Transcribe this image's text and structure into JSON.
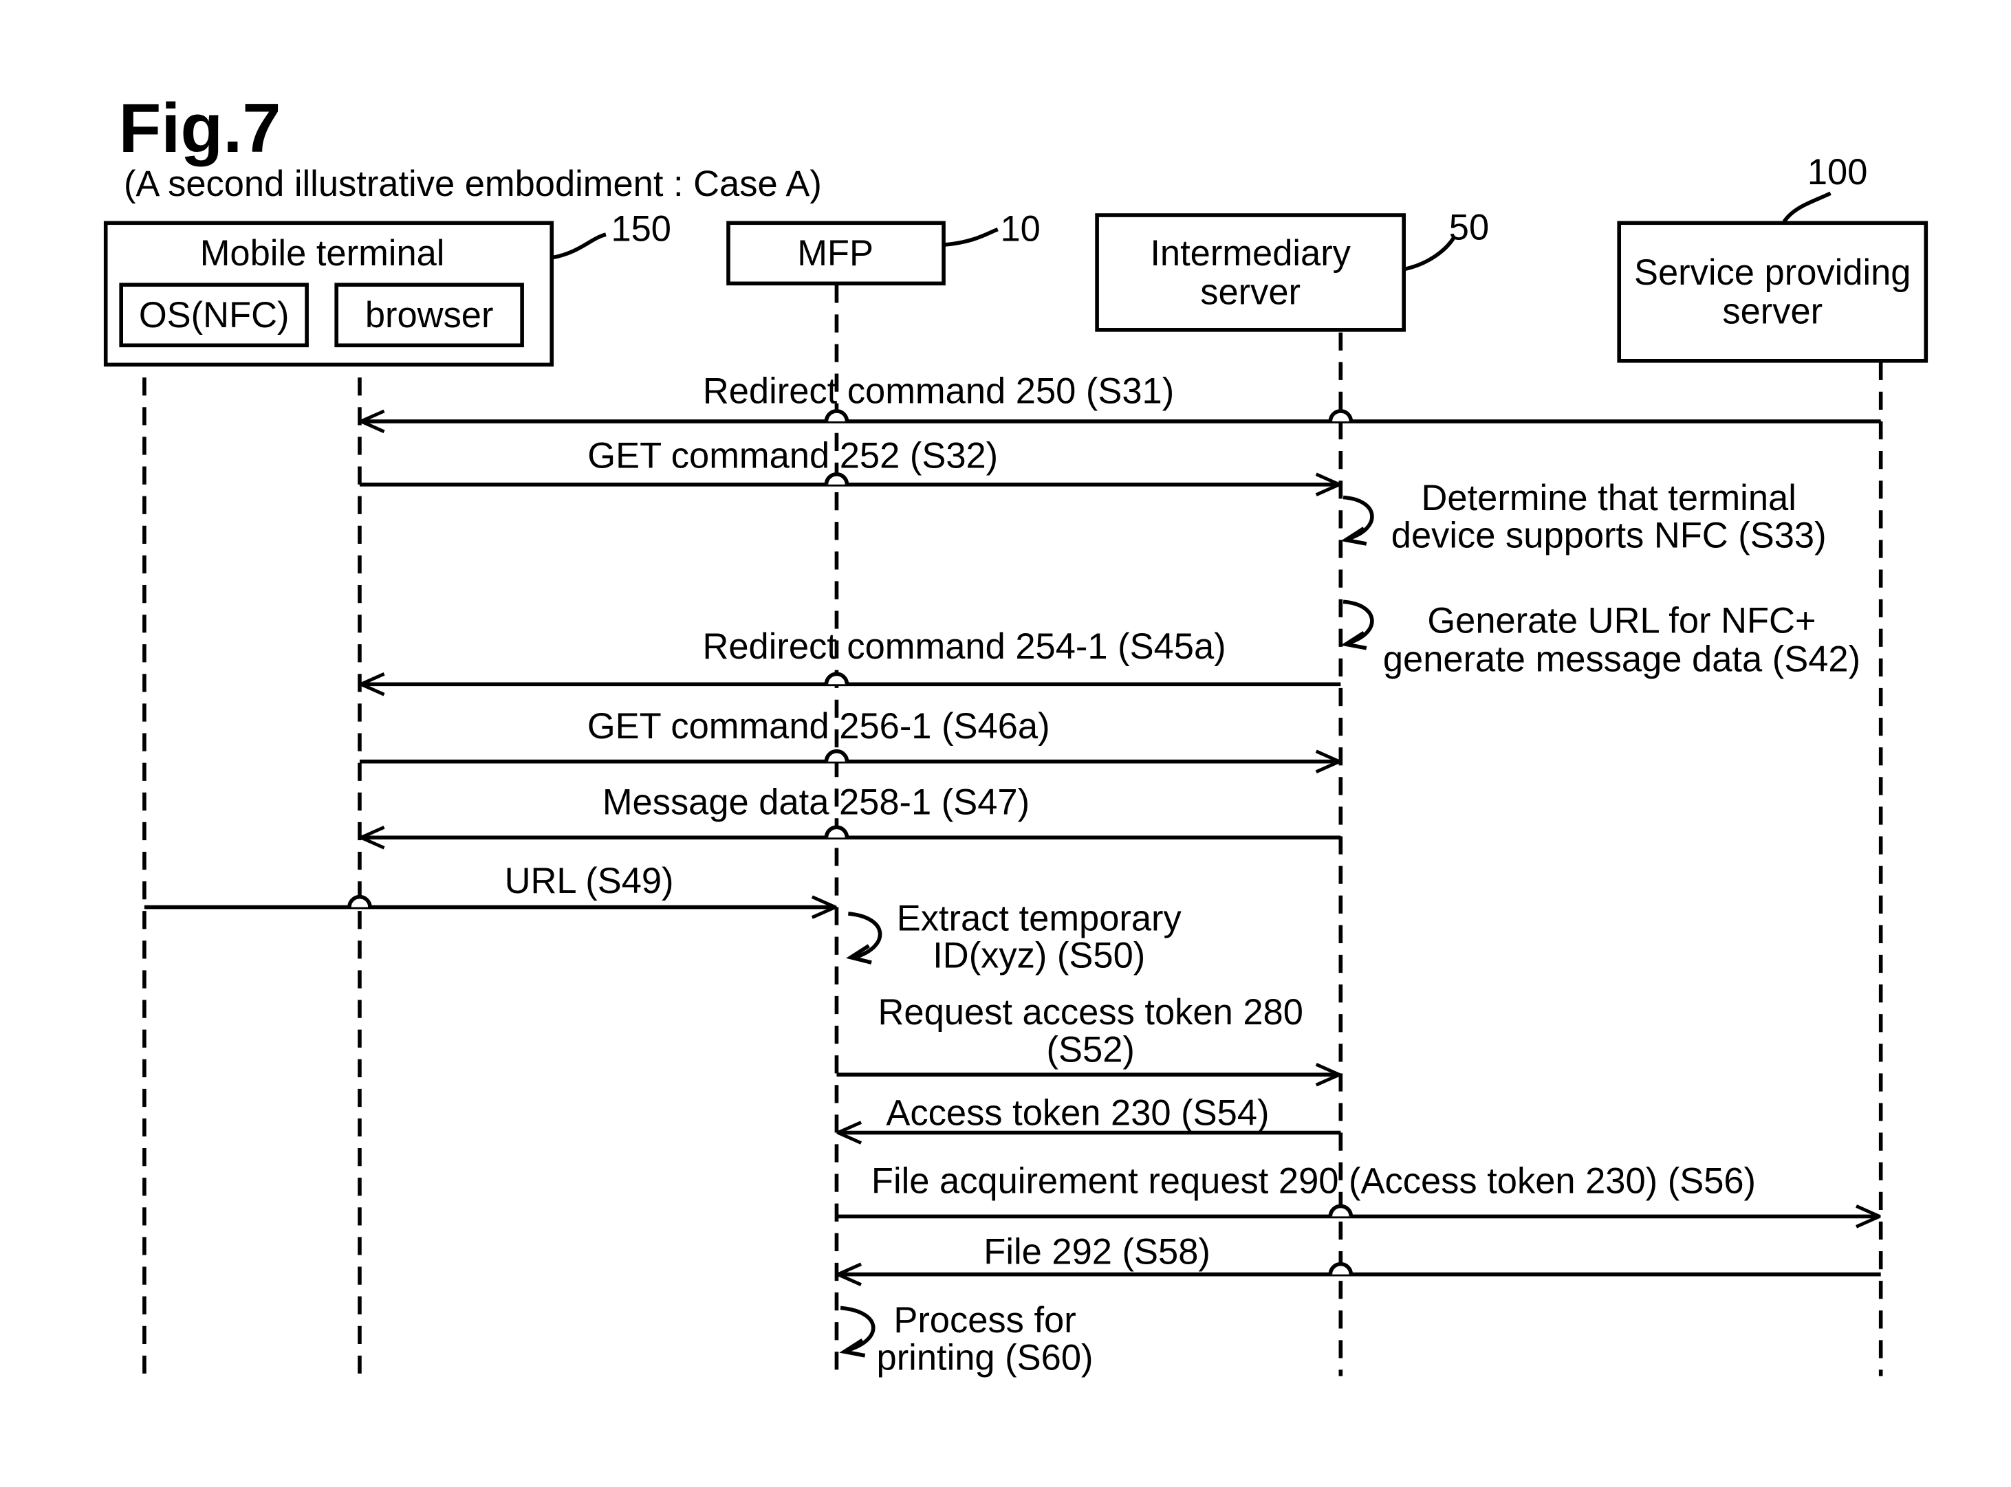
{
  "figure": {
    "title": "Fig.7",
    "subtitle": "(A second illustrative embodiment : Case A)"
  },
  "entities": {
    "mobile_terminal": {
      "label": "Mobile terminal",
      "ref": "150",
      "os": "OS(NFC)",
      "browser": "browser"
    },
    "mfp": {
      "label": "MFP",
      "ref": "10"
    },
    "intermediary": {
      "label_line1": "Intermediary",
      "label_line2": "server",
      "ref": "50"
    },
    "service": {
      "label_line1": "Service providing",
      "label_line2": "server",
      "ref": "100"
    }
  },
  "messages": {
    "s31": "Redirect command 250 (S31)",
    "s32": "GET command 252 (S32)",
    "s45a": "Redirect command 254-1 (S45a)",
    "s46a": "GET command 256-1 (S46a)",
    "s47": "Message data 258-1 (S47)",
    "s49": "URL (S49)",
    "s52_line1": "Request access token 280",
    "s52_line2": "(S52)",
    "s54": "Access token 230 (S54)",
    "s56": "File acquirement request 290 (Access token 230) (S56)",
    "s58": "File 292 (S58)"
  },
  "processes": {
    "s33_line1": "Determine that terminal",
    "s33_line2": "device supports NFC (S33)",
    "s42_line1": "Generate URL for NFC+",
    "s42_line2": "generate message data (S42)",
    "s50_line1": "Extract temporary",
    "s50_line2": "ID(xyz) (S50)",
    "s60_line1": "Process for",
    "s60_line2": "printing (S60)"
  }
}
